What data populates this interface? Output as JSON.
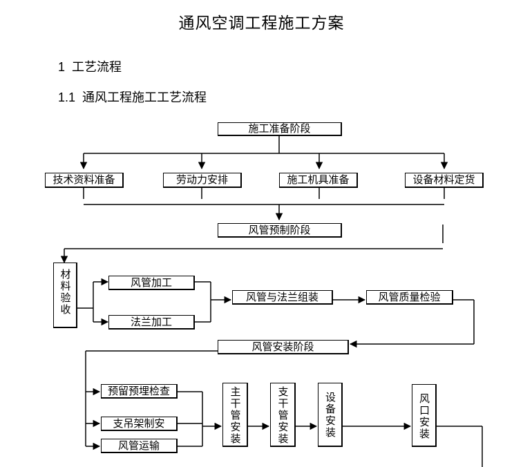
{
  "document": {
    "title": "通风空调工程施工方案",
    "section1": {
      "num": "1",
      "text": "工艺流程"
    },
    "section1_1": {
      "num": "1.1",
      "text": "通风工程施工工艺流程"
    }
  },
  "flow": {
    "prep_stage": "施工准备阶段",
    "prep_items": [
      "技术资料准备",
      "劳动力安排",
      "施工机具准备",
      "设备材料定货"
    ],
    "prefab_stage": "风管预制阶段",
    "material_check": "材料验收",
    "duct_process": "风管加工",
    "flange_process": "法兰加工",
    "duct_flange_assembly": "风管与法兰组装",
    "duct_quality_check": "风管质量检验",
    "install_stage": "风管安装阶段",
    "embedded_check": "预留预埋检查",
    "hanger_make": "支吊架制安",
    "duct_transport": "风管运输",
    "main_duct_install": "主干管安装",
    "branch_duct_install": "支干管安装",
    "equipment_install": "设备安装",
    "outlet_install": "风口安装"
  }
}
